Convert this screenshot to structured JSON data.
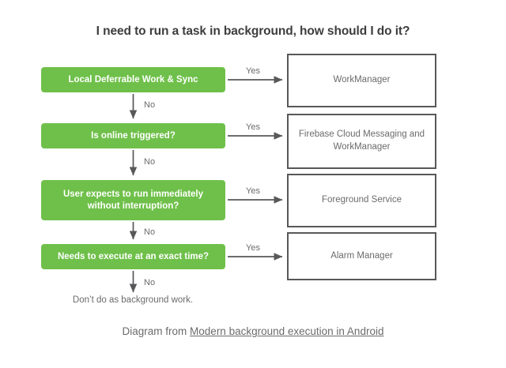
{
  "title": "I need to run a task in background, how should I do it?",
  "colors": {
    "decision_fill": "#6fc04a",
    "decision_text": "#ffffff",
    "outcome_border": "#58585a",
    "outcome_text": "#6b6b6b",
    "background": "#ffffff",
    "title_text": "#3d3d3d"
  },
  "flow": {
    "decisions": [
      {
        "label": "Local Deferrable Work & Sync"
      },
      {
        "label": "Is online triggered?"
      },
      {
        "label": "User expects to run immediately without interruption?"
      },
      {
        "label": "Needs to execute at an exact time?"
      }
    ],
    "outcomes": [
      {
        "label": "WorkManager"
      },
      {
        "label": "Firebase Cloud Messaging and WorkManager"
      },
      {
        "label": "Foreground Service"
      },
      {
        "label": "Alarm Manager"
      }
    ],
    "yes_labels": [
      "Yes",
      "Yes",
      "Yes",
      "Yes"
    ],
    "no_labels": [
      "No",
      "No",
      "No",
      "No"
    ],
    "terminal": "Don’t do as background work."
  },
  "caption": {
    "prefix": "Diagram from ",
    "link_text": "Modern background execution in Android"
  }
}
